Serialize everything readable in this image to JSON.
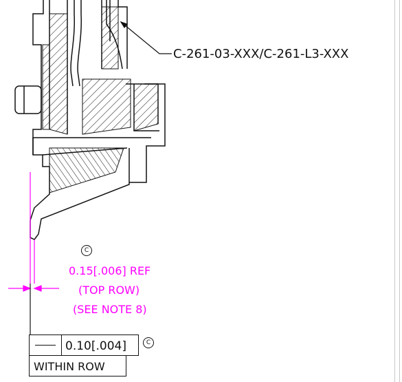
{
  "part_callout": "C-261-03-XXX/C-261-L3-XXX",
  "dimension": {
    "value": "0.15[.006] REF",
    "line2": "(TOP ROW)",
    "line3": "(SEE NOTE 8)",
    "symbol": "C",
    "color": "#ff00ff"
  },
  "feature_control_frame": {
    "tolerance": "0.10[.004]",
    "modifier_symbol": "C",
    "within_label": "WITHIN ROW"
  },
  "colors": {
    "line": "#111111",
    "dimension": "#ff00ff"
  }
}
